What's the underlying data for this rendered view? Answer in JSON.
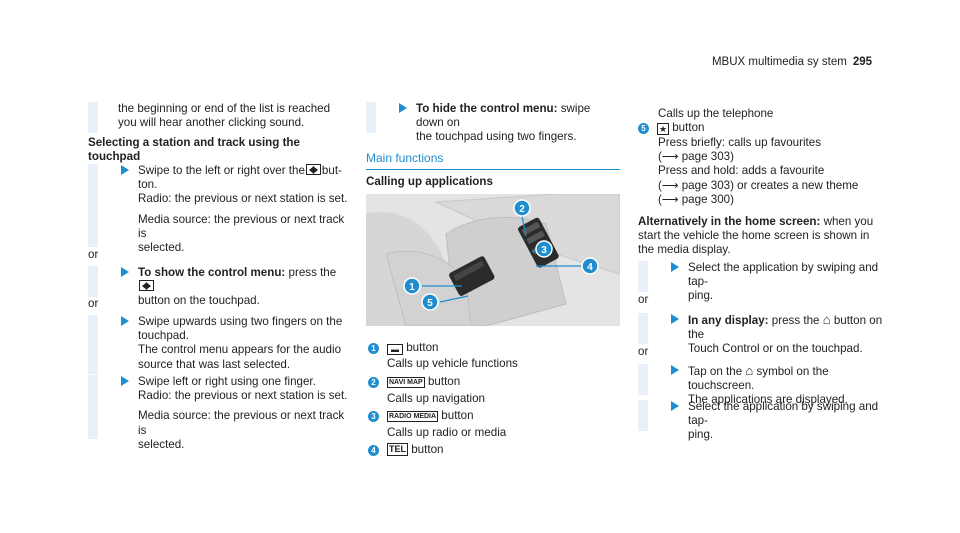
{
  "header": {
    "title": "MBUX multimedia sy stem",
    "page": "295"
  },
  "col1": {
    "intro": [
      "the beginning or end of the list is reached",
      "you will hear another clicking sound."
    ],
    "heading_lines": [
      "Selecting a station and track using the",
      "touchpad"
    ],
    "step1": {
      "line1a": "Swipe to the left or right over the",
      "line1b": "but-",
      "line2": "ton.",
      "line3": "Radio: the previous or next station is set.",
      "line4": "Media source: the previous or next track is",
      "line5": "selected."
    },
    "or1": "or",
    "step2": {
      "bold": "To show the control menu:",
      "line1": "press the",
      "line2": "button on the touchpad."
    },
    "or2": "or",
    "step3": {
      "line1": "Swipe upwards using two fingers on the",
      "line2": "touchpad.",
      "line3": "The control menu appears for the audio",
      "line4": "source that was last selected."
    },
    "step4": {
      "line1": "Swipe left or right using one finger.",
      "line2": "Radio: the previous or next station is set.",
      "line3": "Media source: the previous or next track is",
      "line4": "selected."
    }
  },
  "col2": {
    "step1": {
      "bold": "To hide the control menu:",
      "line1": "swipe down on",
      "line2": "the touchpad using two fingers."
    },
    "section_title": "Main functions",
    "subhead": "Calling up applications",
    "legend": [
      {
        "num": "1",
        "label": "button",
        "desc": "Calls up vehicle functions"
      },
      {
        "num": "2",
        "glyph": "NAVI MAP",
        "label": "button",
        "desc": "Calls up navigation"
      },
      {
        "num": "3",
        "glyph": "RADIO MEDIA",
        "label": "button",
        "desc": "Calls up radio or media"
      },
      {
        "num": "4",
        "glyph": "TEL",
        "label": "button"
      }
    ]
  },
  "col3": {
    "cont": "Calls up the telephone",
    "item5": {
      "num": "5",
      "label": "button"
    },
    "lines": [
      "Press briefly: calls up favourites",
      "page 303)",
      "Press and hold: adds a favourite",
      "page 303) or creates a new theme",
      "page 300)"
    ],
    "alt_bold": "Alternatively in the home screen:",
    "alt_1": "when you",
    "alt_2": "start the vehicle the home screen is shown in",
    "alt_3": "the media display.",
    "step1": {
      "line1": "Select the application by swiping and tap-",
      "line2": "ping."
    },
    "or1": "or",
    "step2": {
      "bold": "In any display:",
      "line1": "press the",
      "line1b": "button on the",
      "line2": "Touch Control or on the touchpad."
    },
    "or2": "or",
    "step3": {
      "line1a": "Tap on the",
      "line1b": "symbol on the touchscreen.",
      "line2": "The applications are displayed."
    },
    "step4": {
      "line1": "Select the application by swiping and tap-",
      "line2": "ping."
    }
  },
  "colors": {
    "accent": "#1e8ed0",
    "bar": "#e8f1fa"
  }
}
